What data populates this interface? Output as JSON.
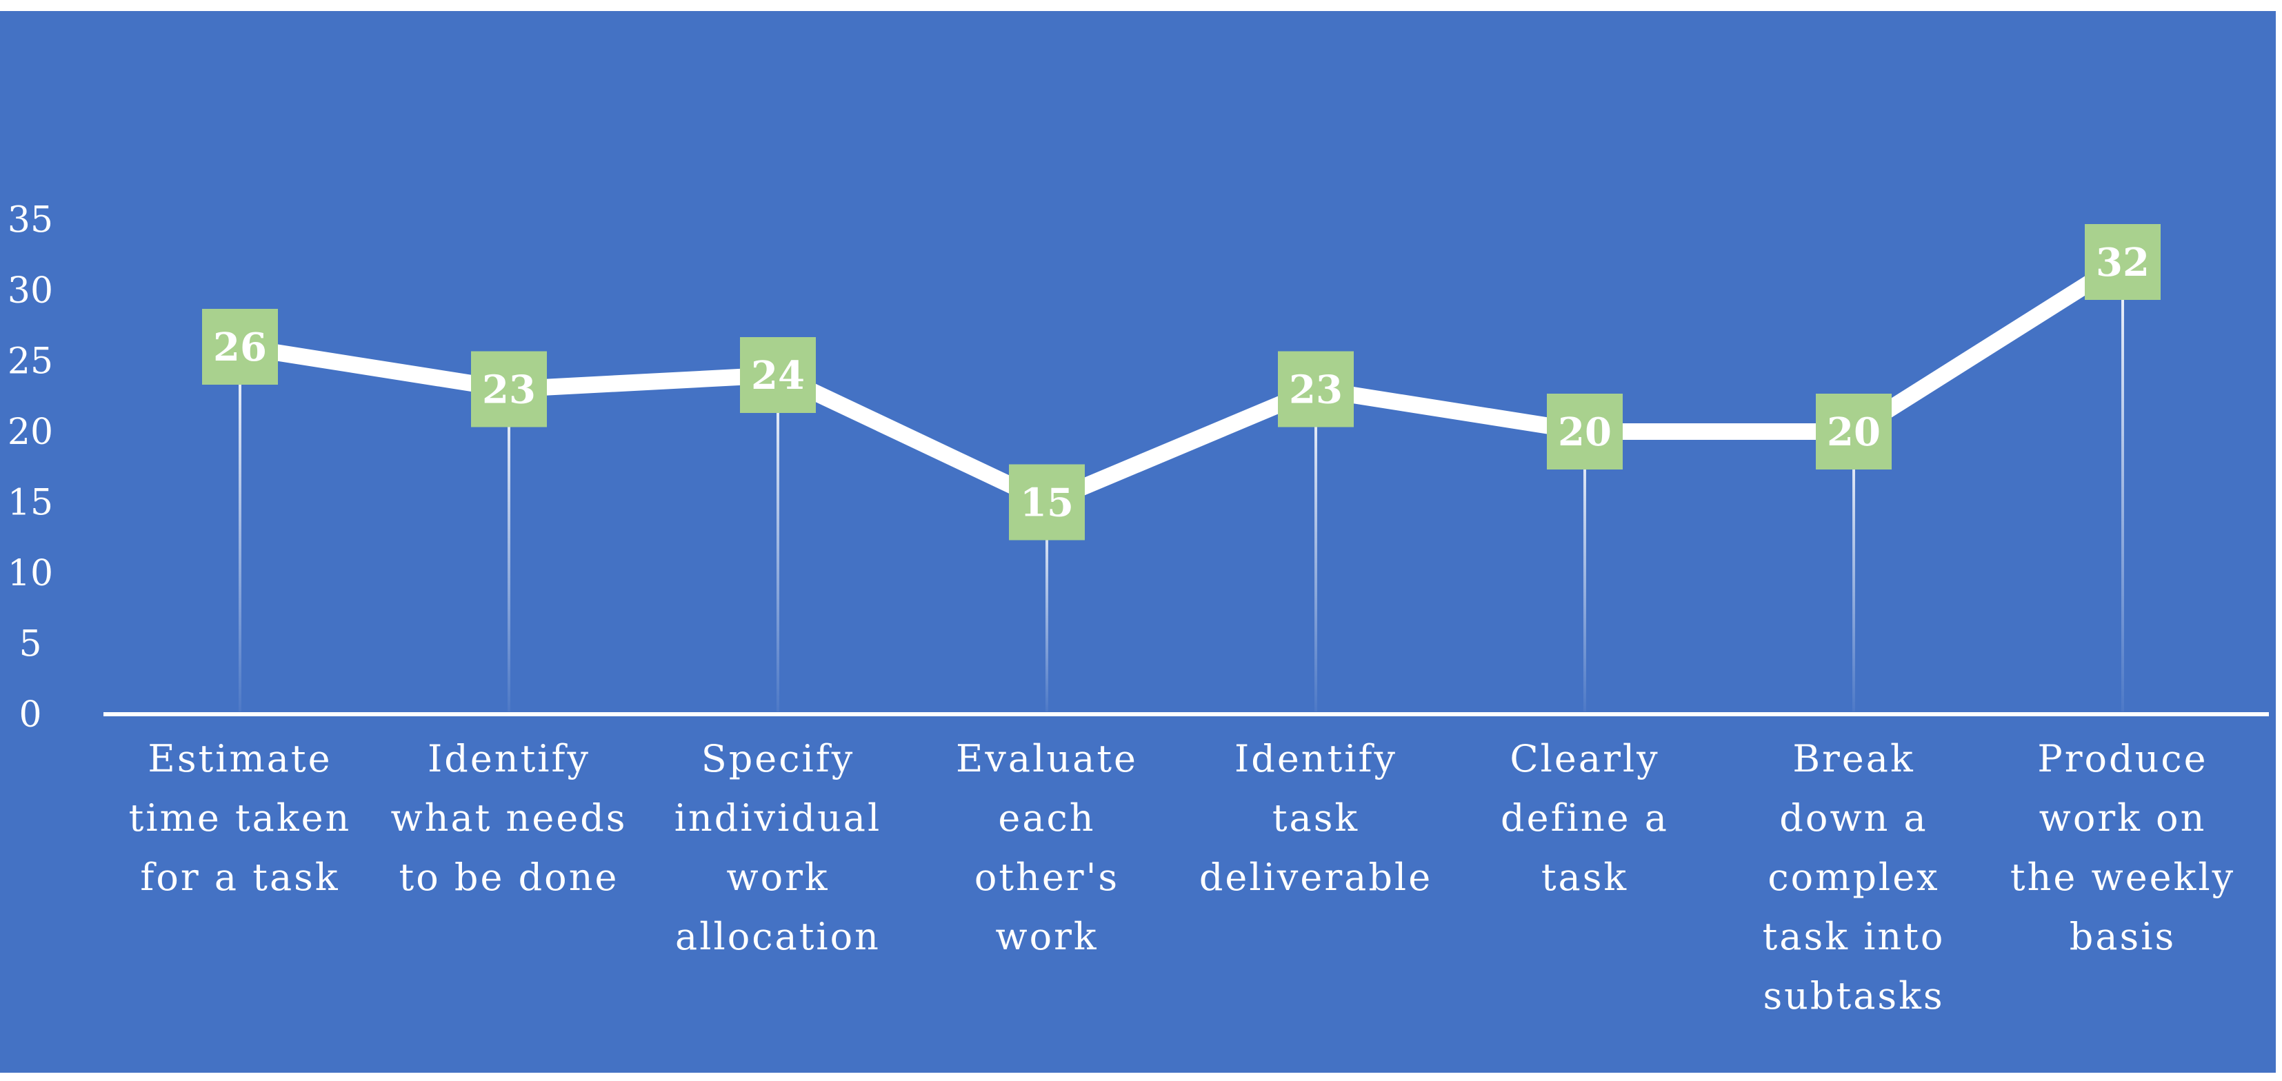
{
  "chart_data": {
    "type": "line",
    "title": "",
    "xlabel": "",
    "ylabel": "",
    "categories": [
      "Estimate time taken for a task",
      "Identify what needs to be done",
      "Specify individual work allocation",
      "Evaluate each other's work",
      "Identify task deliverable",
      "Clearly define a task",
      "Break down a complex task into subtasks",
      "Produce work on the weekly basis"
    ],
    "category_lines": [
      [
        "Estimate",
        "time taken",
        "for a task"
      ],
      [
        "Identify",
        "what needs",
        "to be done"
      ],
      [
        "Specify",
        "individual",
        "work",
        "allocation"
      ],
      [
        "Evaluate",
        "each",
        "other's",
        "work"
      ],
      [
        "Identify",
        "task",
        "deliverable"
      ],
      [
        "Clearly",
        "define a",
        "task"
      ],
      [
        "Break",
        "down a",
        "complex",
        "task into",
        "subtasks"
      ],
      [
        "Produce",
        "work on",
        "the weekly",
        "basis"
      ]
    ],
    "series": [
      {
        "values": [
          26,
          23,
          24,
          15,
          23,
          20,
          20,
          32
        ]
      }
    ],
    "data_labels": [
      "26",
      "23",
      "24",
      "15",
      "23",
      "20",
      "20",
      "32"
    ],
    "ylim": [
      0,
      50
    ],
    "yticks": [
      "0",
      "5",
      "10",
      "15",
      "20",
      "25",
      "30",
      "35"
    ],
    "grid": false,
    "legend": "none",
    "colors": {
      "background": "#4472C4",
      "line": "#FFFFFF",
      "marker": "#A9D18E",
      "axis": "#FFFFFF",
      "text": "#FFFFFF"
    }
  }
}
